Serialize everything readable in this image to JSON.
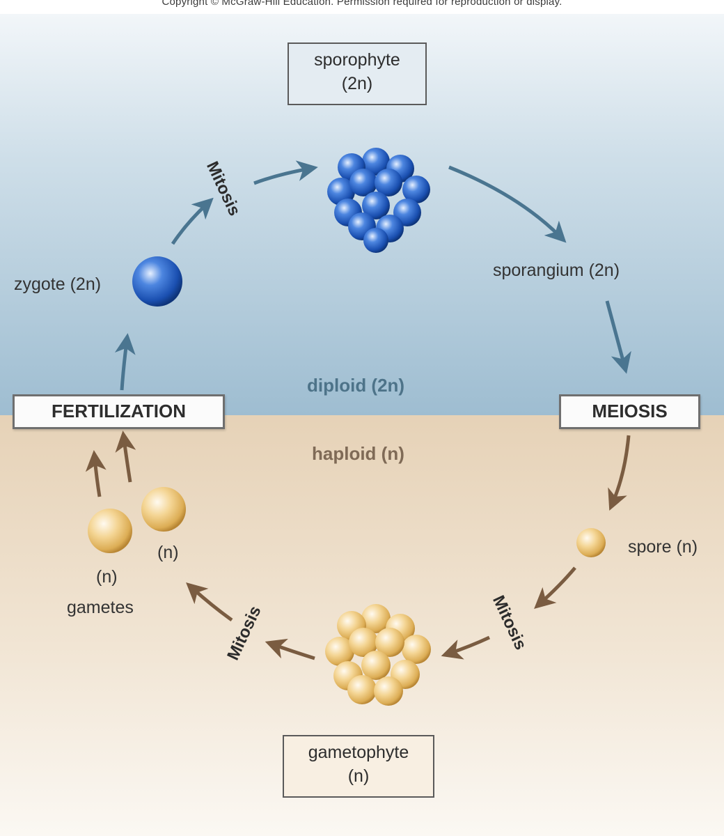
{
  "header": {
    "copyright": "Copyright © McGraw-Hill Education. Permission required for reproduction or display."
  },
  "stages": {
    "sporophyte": {
      "name": "sporophyte",
      "ploidy": "(2n)"
    },
    "gametophyte": {
      "name": "gametophyte",
      "ploidy": "(n)"
    }
  },
  "events": {
    "fertilization": "FERTILIZATION",
    "meiosis": "MEIOSIS",
    "mitosis": "Mitosis"
  },
  "zones": {
    "diploid": "diploid (2n)",
    "haploid": "haploid (n)"
  },
  "labels": {
    "zygote": "zygote (2n)",
    "sporangium": "sporangium (2n)",
    "spore": "spore (n)",
    "gamete_n_1": "(n)",
    "gamete_n_2": "(n)",
    "gametes": "gametes"
  },
  "colors": {
    "diploid_bg_top": "#f2f6f9",
    "diploid_bg_bottom": "#9ebdd1",
    "haploid_bg_top": "#e6d2b7",
    "haploid_bg_bottom": "#fbf8f3",
    "diploid_arrow": "#4a7590",
    "haploid_arrow": "#7a5c41",
    "diploid_cell": "#1e56b8",
    "haploid_cell": "#e8bd66"
  }
}
